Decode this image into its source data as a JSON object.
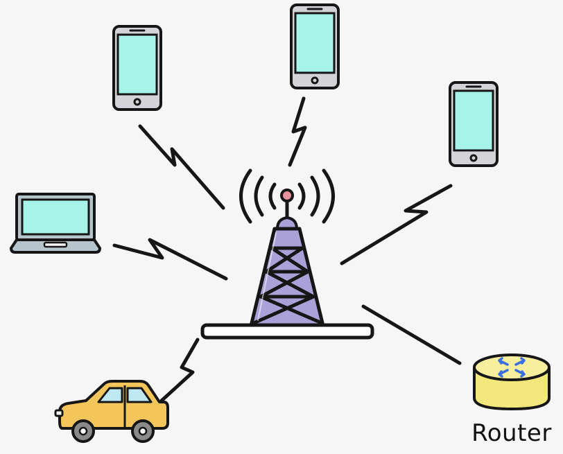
{
  "labels": {
    "router": "Router"
  },
  "colors": {
    "background": "#f6f6f6",
    "outline": "#161616",
    "screen": "#a6f3ea",
    "device_body": "#d4d4d8",
    "laptop_body": "#b6c4cc",
    "tower": "#a9a1d8",
    "tower_light": "#e7919b",
    "car": "#f3c55a",
    "car_window": "#bfe8f3",
    "router_body": "#f2e77a",
    "router_arrows": "#3a6fe0",
    "base_plate": "#ffffff"
  },
  "nodes": [
    {
      "name": "phone-left",
      "icon": "smartphone-icon"
    },
    {
      "name": "phone-top",
      "icon": "smartphone-icon"
    },
    {
      "name": "phone-right",
      "icon": "smartphone-icon"
    },
    {
      "name": "laptop",
      "icon": "laptop-icon"
    },
    {
      "name": "car",
      "icon": "car-icon"
    },
    {
      "name": "router",
      "icon": "router-icon"
    },
    {
      "name": "cell-tower",
      "icon": "cell-tower-icon"
    }
  ]
}
